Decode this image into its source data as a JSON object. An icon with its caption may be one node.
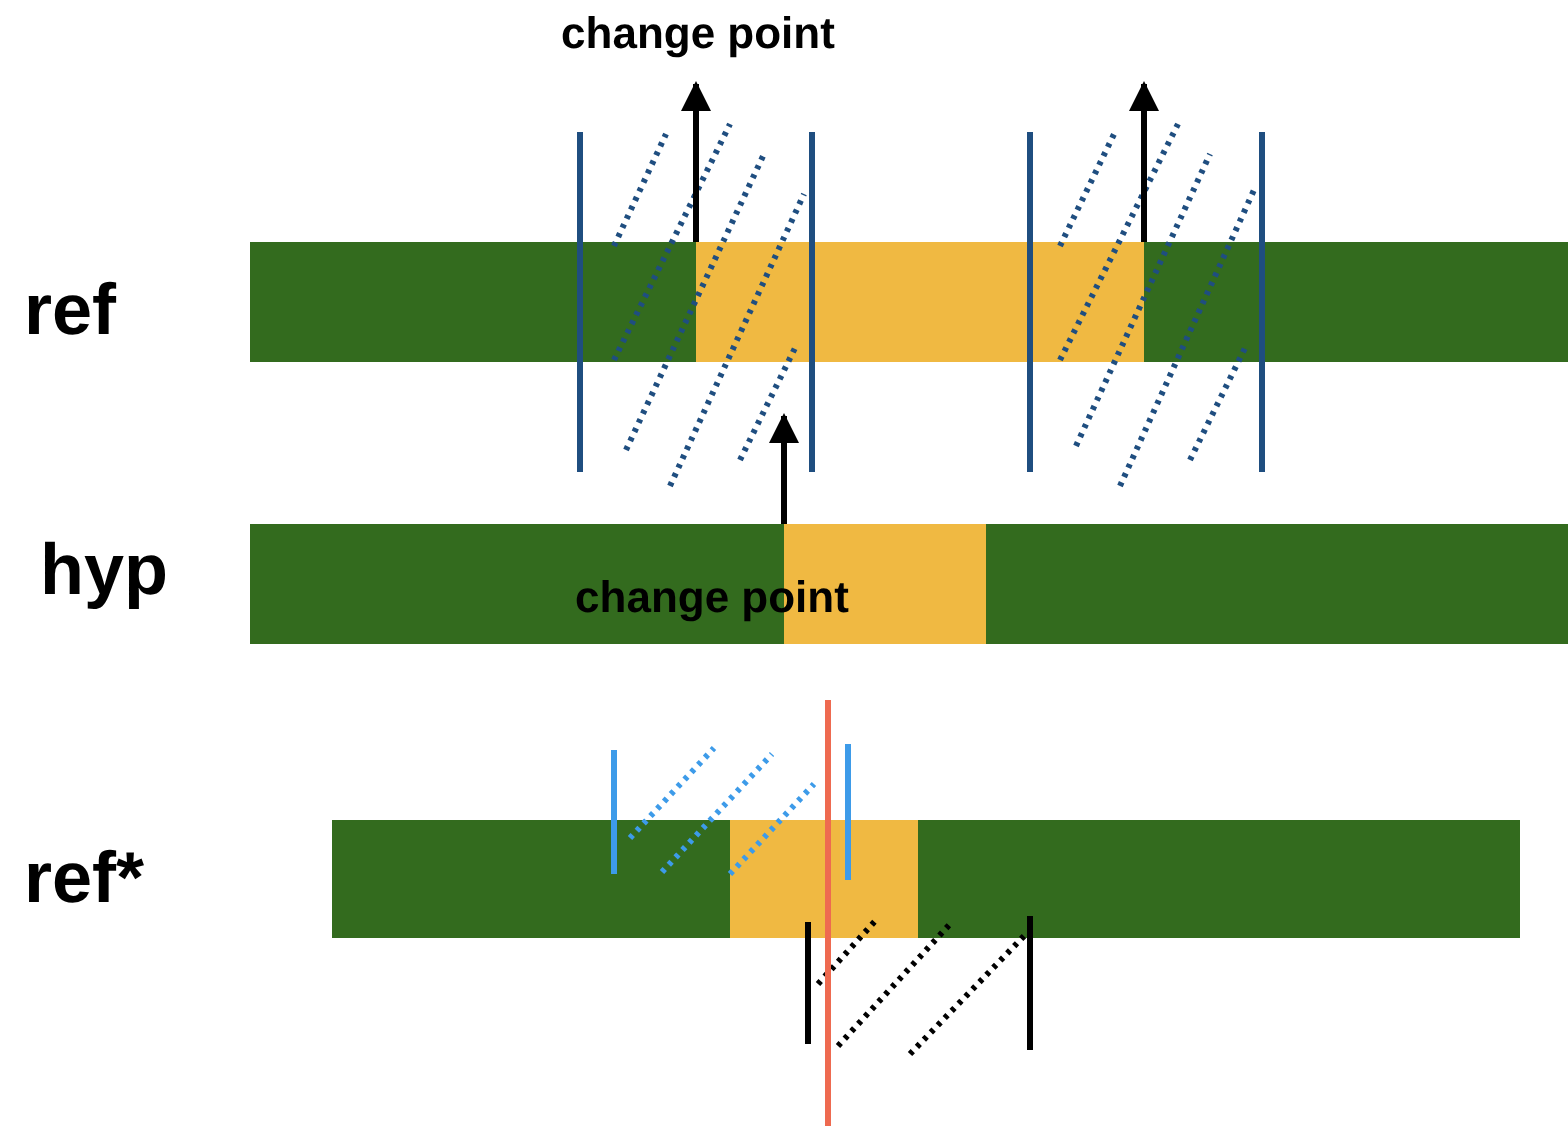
{
  "diagram": {
    "nodes": [
      {
        "text": [
          "change point"
        ]
      },
      {
        "text": [],
        "shape": "bar",
        "beside": [
          "ref"
        ]
      },
      {
        "text": [],
        "shape": "bar"
      },
      {
        "text": [],
        "shape": "bar"
      },
      {
        "text": [],
        "shape": "bar",
        "beside": [
          "hyp"
        ]
      },
      {
        "text": [],
        "shape": "bar"
      },
      {
        "text": [],
        "shape": "bar"
      },
      {
        "text": [
          "change point"
        ]
      },
      {
        "text": [],
        "shape": "bar",
        "beside": [
          "ref*"
        ]
      },
      {
        "text": [],
        "shape": "bar"
      },
      {
        "text": [],
        "shape": "bar"
      }
    ],
    "edges": [
      {
        "from": 2,
        "to": 0,
        "arrow": "to"
      },
      {
        "from": 3,
        "to": null,
        "arrow": "to"
      },
      {
        "from": 5,
        "to": 2,
        "arrow": "to"
      }
    ]
  }
}
